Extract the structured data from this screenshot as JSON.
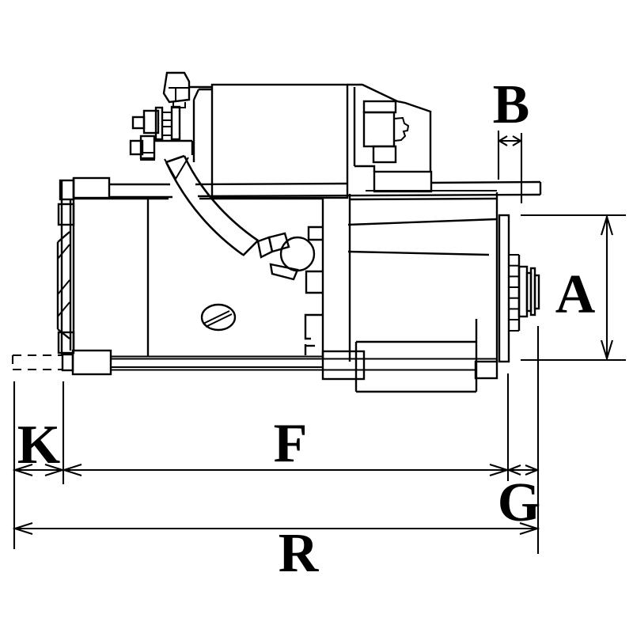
{
  "page": {
    "background_color": "#ffffff",
    "line_color": "#000000",
    "description": "Technical dimensional line drawing of a starter motor, side view, with dimension callout letters"
  },
  "dimensions": {
    "B": "B",
    "A": "A",
    "K": "K",
    "F": "F",
    "G": "G",
    "R": "R"
  }
}
